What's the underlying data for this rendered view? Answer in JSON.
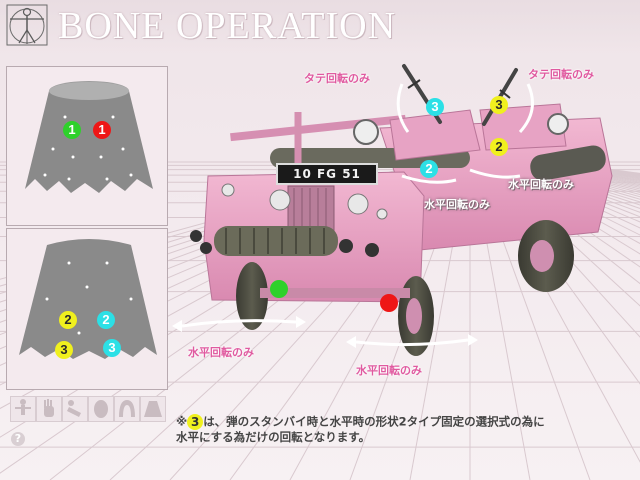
{
  "header": {
    "title": "BONE OPERATION"
  },
  "left_panel": {
    "top_markers": [
      {
        "label": "1",
        "color": "#2ed12b"
      },
      {
        "label": "1",
        "color": "#ee1616"
      }
    ],
    "bottom_markers": [
      {
        "label": "2",
        "color": "#f0f01e"
      },
      {
        "label": "2",
        "color": "#2ce0e6"
      },
      {
        "label": "3",
        "color": "#f0f01e"
      },
      {
        "label": "3",
        "color": "#2ce0e6"
      }
    ]
  },
  "toolbar": {
    "icons": [
      "body-figure-icon",
      "hand-icon",
      "pose-icon",
      "head-icon",
      "hair-icon",
      "skirt-icon"
    ],
    "help_label": "?"
  },
  "scene": {
    "plate_text": "10 FG 51",
    "scene_markers": [
      {
        "label": "3",
        "color": "#2ce0e6"
      },
      {
        "label": "3",
        "color": "#f0f01e"
      },
      {
        "label": "2",
        "color": "#2ce0e6"
      },
      {
        "label": "2",
        "color": "#f0f01e"
      }
    ],
    "labels": {
      "tate_left": "タテ回転のみ",
      "tate_right": "タテ回転のみ",
      "horizontal_turret_left": "水平回転のみ",
      "horizontal_turret_right": "水平回転のみ",
      "horizontal_wheel_left": "水平回転のみ",
      "horizontal_wheel_right": "水平回転のみ"
    }
  },
  "note": {
    "prefix": "※",
    "number": "3",
    "text_line1": "は、弾のスタンバイ時と水平時の形状2タイプ固定の選択式の為に",
    "text_line2": "水平にする為だけの回転となります。"
  },
  "colors": {
    "vehicle_pink": "#e99ac0",
    "green": "#2ed12b",
    "red": "#ee1616",
    "yellow": "#f0f01e",
    "cyan": "#2ce0e6",
    "label_pink": "#e05aa0"
  }
}
